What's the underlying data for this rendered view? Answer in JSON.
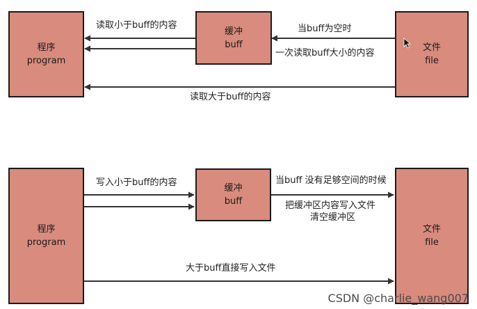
{
  "top": {
    "program": {
      "line1": "程序",
      "line2": "program"
    },
    "buffer": {
      "line1": "缓冲",
      "line2": "buff"
    },
    "file": {
      "line1": "文件",
      "line2": "file"
    },
    "labels": {
      "read_small": "读取小于buff的内容",
      "when_empty": "当buff为空时",
      "read_buffsize": "一次读取buff大小的内容",
      "read_large": "读取大于buff的内容"
    }
  },
  "bottom": {
    "program": {
      "line1": "程序",
      "line2": "program"
    },
    "buffer": {
      "line1": "缓冲",
      "line2": "buff"
    },
    "file": {
      "line1": "文件",
      "line2": "file"
    },
    "labels": {
      "write_small": "写入小于buff的内容",
      "insufficient_space": "当buff 没有足够空间的时候",
      "flush_line1": "把缓冲区内容写入文件",
      "flush_line2": "清空缓冲区",
      "write_large": "大于buff直接写入文件"
    }
  },
  "watermark": "CSDN @charlie_wang007"
}
